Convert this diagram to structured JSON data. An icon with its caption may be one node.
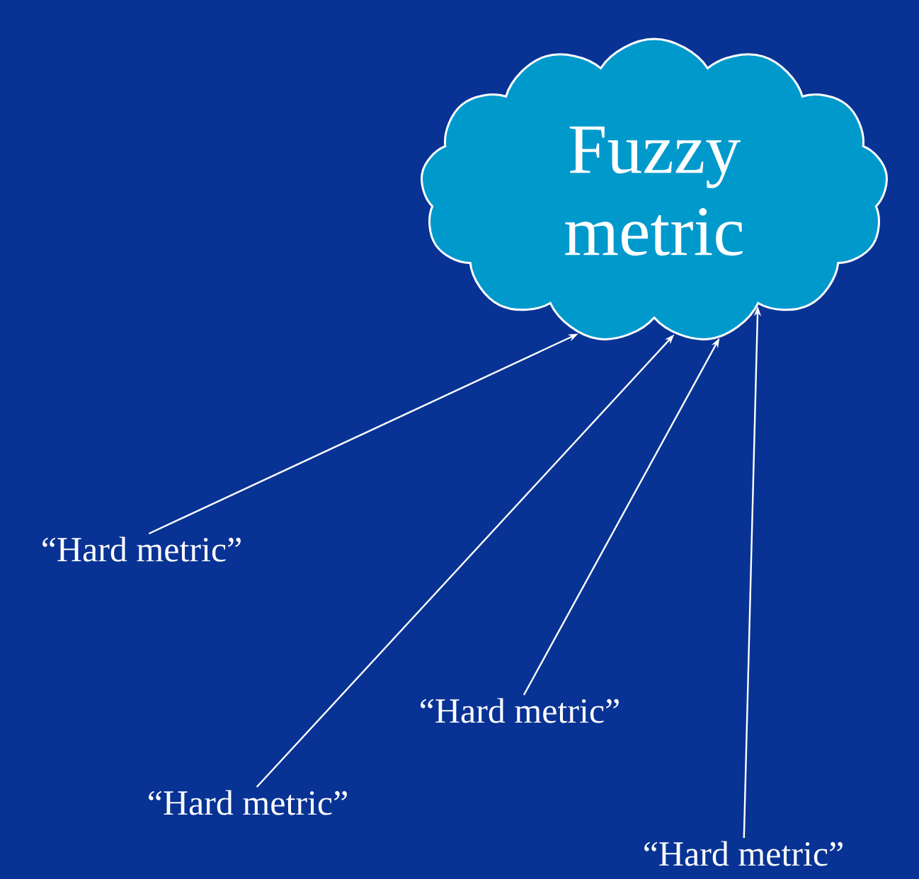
{
  "diagram": {
    "nodes": [
      {
        "text": [
          "Fuzzy metric"
        ]
      },
      {
        "text": [
          "“Hard metric”"
        ]
      },
      {
        "text": [
          "“Hard metric”"
        ]
      },
      {
        "text": [
          "“Hard metric”"
        ]
      },
      {
        "text": [
          "“Hard metric”"
        ]
      }
    ],
    "edges": [
      {
        "from": 1,
        "to": 0,
        "arrow": "to"
      },
      {
        "from": 2,
        "to": 0,
        "arrow": "to"
      },
      {
        "from": 3,
        "to": 0,
        "arrow": "to"
      },
      {
        "from": 4,
        "to": 0,
        "arrow": "to"
      }
    ]
  }
}
